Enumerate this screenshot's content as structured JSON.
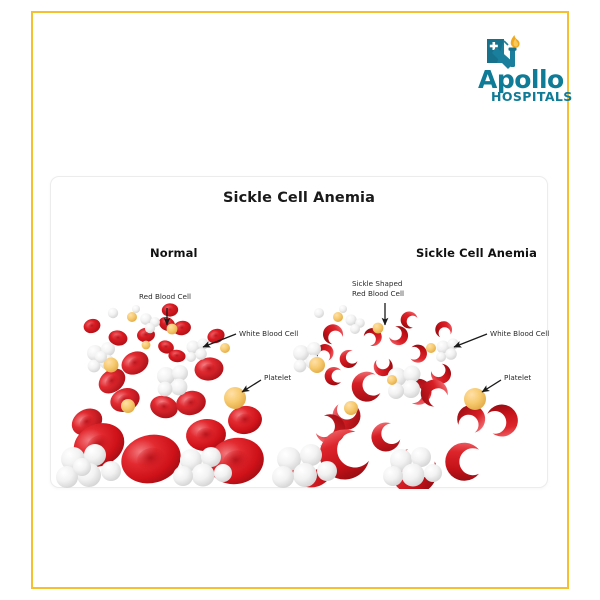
{
  "page": {
    "background_color": "#ffffff",
    "frame_color": "#f5c030"
  },
  "logo": {
    "name": "apollo-hospitals-logo",
    "primary_text": "Apollo",
    "secondary_text": "HOSPITALS",
    "brand_color": "#0f7b96",
    "accent_color": "#f0a81e",
    "mark_description": "torch-and-caduceus-figure-icon"
  },
  "card": {
    "title": "Sickle Cell Anemia",
    "border_color": "#ececec"
  },
  "panels": [
    {
      "id": "normal",
      "heading": "Normal",
      "callouts": [
        {
          "id": "red-blood-cell",
          "lines": [
            "Red Blood Cell"
          ]
        },
        {
          "id": "white-blood-cell",
          "lines": [
            "White Blood Cell"
          ]
        },
        {
          "id": "platelet",
          "lines": [
            "Platelet"
          ]
        }
      ]
    },
    {
      "id": "sickle-cell-anemia",
      "heading": "Sickle Cell Anemia",
      "callouts": [
        {
          "id": "sickle-shaped-red-blood-cell",
          "lines": [
            "Sickle Shaped",
            "Red Blood Cell"
          ]
        },
        {
          "id": "white-blood-cell",
          "lines": [
            "White Blood Cell"
          ]
        },
        {
          "id": "platelet",
          "lines": [
            "Platelet"
          ]
        }
      ]
    }
  ],
  "legend_colors": {
    "red_blood_cell": "#d71921",
    "red_blood_cell_dark": "#a40f16",
    "red_blood_cell_light": "#f4656a",
    "white_blood_cell": "#e9e9e9",
    "white_blood_cell_edge": "#cfcfcf",
    "platelet": "#f5c86a",
    "platelet_edge": "#e0ae4d",
    "arrow": "#1a1a1a",
    "label_text": "#2b2b2b"
  },
  "callout_labels": {
    "red_blood_cell": "Red Blood Cell",
    "white_blood_cell": "White Blood Cell",
    "platelet": "Platelet",
    "sickle_line1": "Sickle Shaped",
    "sickle_line2": "Red Blood Cell"
  }
}
